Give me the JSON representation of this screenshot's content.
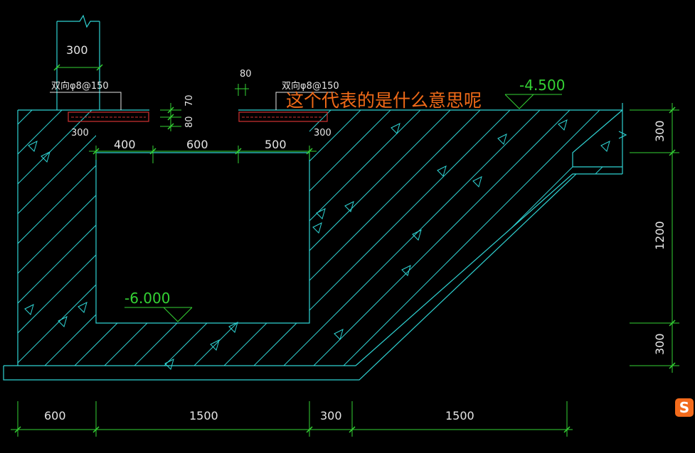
{
  "drawing": {
    "question": "这个代表的是什么意思呢",
    "elevation_top": "-4.500",
    "elevation_bottom": "-6.000",
    "rebar_left": "双向φ8@150",
    "rebar_right": "双向φ8@150",
    "dim_wall_top": "300",
    "dim_slab_left": "300",
    "dim_slab_right": "300",
    "dim_gap": "80",
    "dim_thickness_70": "70",
    "dim_thickness_80": "80",
    "dim_inner": [
      "400",
      "600",
      "500"
    ],
    "dim_bottom": [
      "600",
      "1500",
      "300",
      "1500"
    ],
    "dim_right": [
      "300",
      "1200",
      "300"
    ]
  },
  "colors": {
    "background": "#000000",
    "structure": "#2fd3d3",
    "dimension": "#34d234",
    "rebar": "#d23232",
    "annotation": "#f06a18"
  },
  "logo": {
    "text": "S",
    "icon": "sogou-input-icon"
  }
}
